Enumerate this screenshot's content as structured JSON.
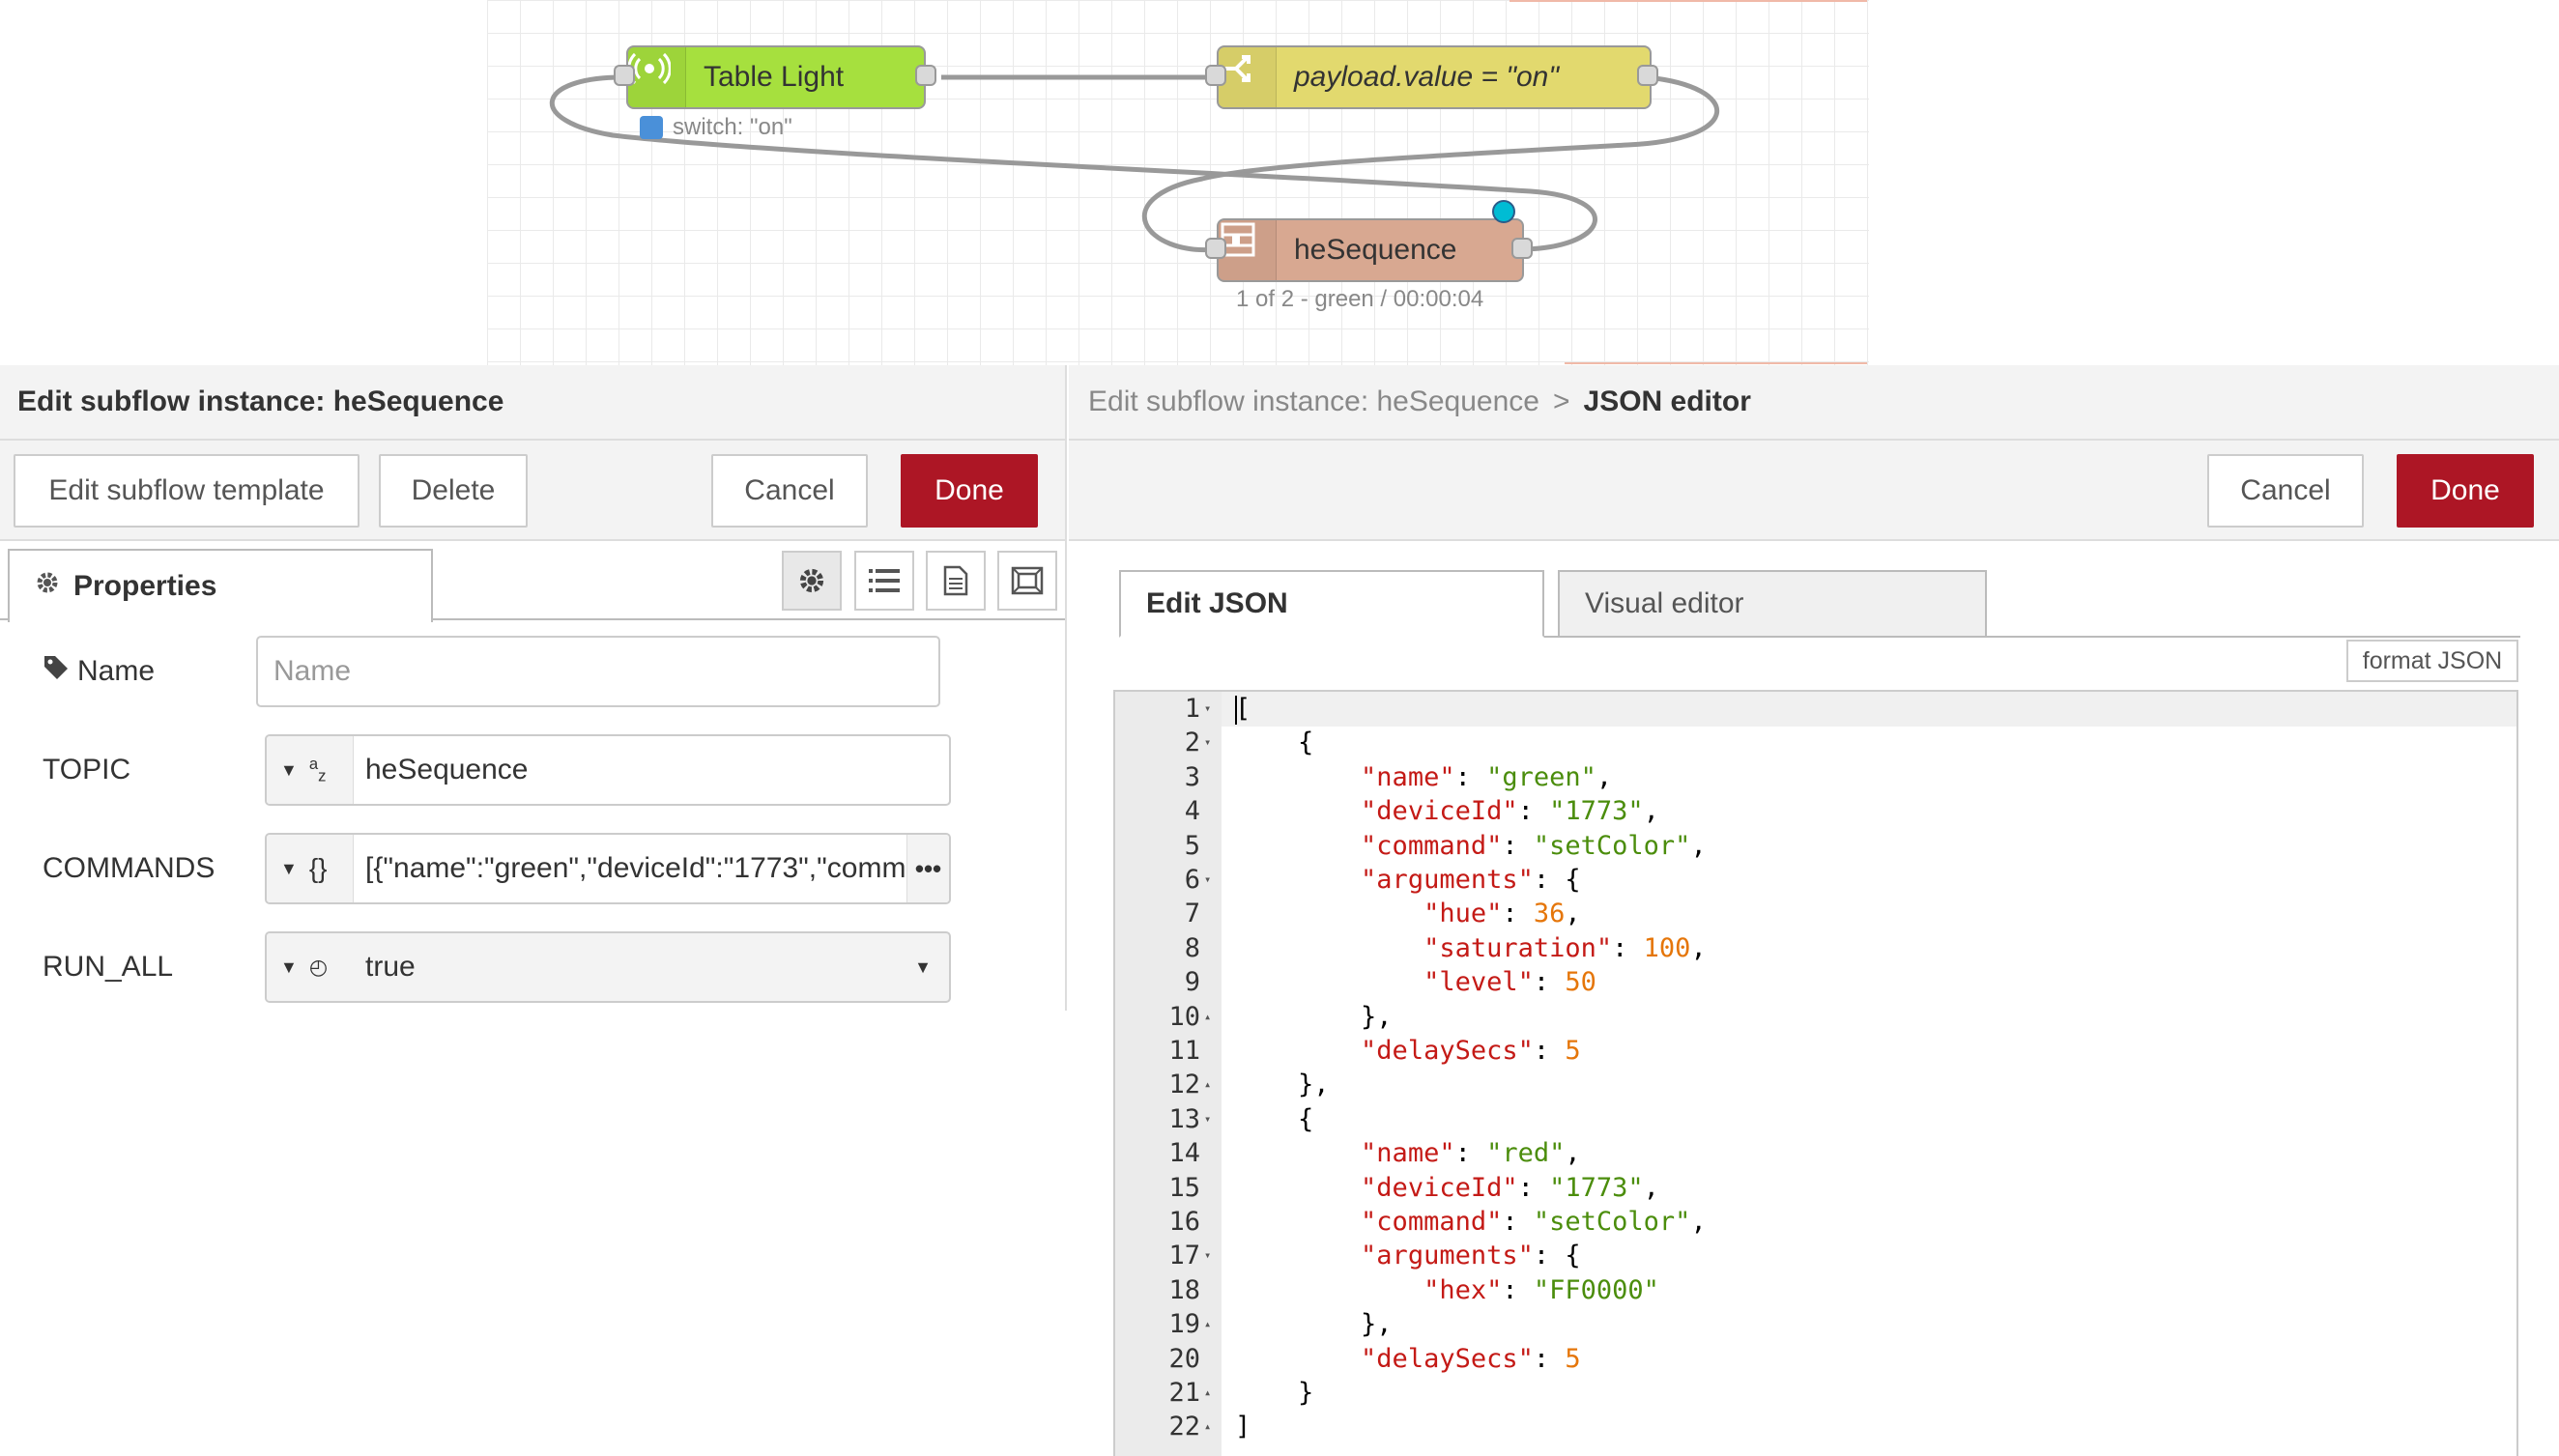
{
  "canvas": {
    "nodes": {
      "table_light": {
        "label": "Table Light",
        "status": "switch: \"on\"",
        "color": "#a6e03e"
      },
      "switch": {
        "label": "payload.value = \"on\"",
        "color": "#e2d96e"
      },
      "sequence": {
        "label": "heSequence",
        "status": "1 of 2 - green / 00:00:04",
        "color": "#d8a891"
      }
    }
  },
  "left_tray": {
    "title": "Edit subflow instance: heSequence",
    "buttons": {
      "edit_template": "Edit subflow template",
      "delete": "Delete",
      "cancel": "Cancel",
      "done": "Done"
    },
    "tab_properties": "Properties",
    "fields": {
      "name": {
        "label": "Name",
        "placeholder": "Name"
      },
      "topic": {
        "label": "TOPIC",
        "value": "heSequence"
      },
      "commands": {
        "label": "COMMANDS",
        "value": "[{\"name\":\"green\",\"deviceId\":\"1773\",\"comm"
      },
      "run_all": {
        "label": "RUN_ALL",
        "value": "true"
      }
    }
  },
  "right_tray": {
    "breadcrumb_parent": "Edit subflow instance: heSequence",
    "breadcrumb_sep": ">",
    "breadcrumb_current": "JSON editor",
    "buttons": {
      "cancel": "Cancel",
      "done": "Done"
    },
    "tabs": {
      "edit_json": "Edit JSON",
      "visual_editor": "Visual editor"
    },
    "format_json": "format JSON",
    "code_lines": [
      [
        [
          "p",
          "["
        ]
      ],
      [
        [
          "p",
          "    {"
        ]
      ],
      [
        [
          "p",
          "        "
        ],
        [
          "k",
          "\"name\""
        ],
        [
          "p",
          ": "
        ],
        [
          "s",
          "\"green\""
        ],
        [
          "p",
          ","
        ]
      ],
      [
        [
          "p",
          "        "
        ],
        [
          "k",
          "\"deviceId\""
        ],
        [
          "p",
          ": "
        ],
        [
          "s",
          "\"1773\""
        ],
        [
          "p",
          ","
        ]
      ],
      [
        [
          "p",
          "        "
        ],
        [
          "k",
          "\"command\""
        ],
        [
          "p",
          ": "
        ],
        [
          "s",
          "\"setColor\""
        ],
        [
          "p",
          ","
        ]
      ],
      [
        [
          "p",
          "        "
        ],
        [
          "k",
          "\"arguments\""
        ],
        [
          "p",
          ": {"
        ]
      ],
      [
        [
          "p",
          "            "
        ],
        [
          "k",
          "\"hue\""
        ],
        [
          "p",
          ": "
        ],
        [
          "n",
          "36"
        ],
        [
          "p",
          ","
        ]
      ],
      [
        [
          "p",
          "            "
        ],
        [
          "k",
          "\"saturation\""
        ],
        [
          "p",
          ": "
        ],
        [
          "n",
          "100"
        ],
        [
          "p",
          ","
        ]
      ],
      [
        [
          "p",
          "            "
        ],
        [
          "k",
          "\"level\""
        ],
        [
          "p",
          ": "
        ],
        [
          "n",
          "50"
        ]
      ],
      [
        [
          "p",
          "        },"
        ]
      ],
      [
        [
          "p",
          "        "
        ],
        [
          "k",
          "\"delaySecs\""
        ],
        [
          "p",
          ": "
        ],
        [
          "n",
          "5"
        ]
      ],
      [
        [
          "p",
          "    },"
        ]
      ],
      [
        [
          "p",
          "    {"
        ]
      ],
      [
        [
          "p",
          "        "
        ],
        [
          "k",
          "\"name\""
        ],
        [
          "p",
          ": "
        ],
        [
          "s",
          "\"red\""
        ],
        [
          "p",
          ","
        ]
      ],
      [
        [
          "p",
          "        "
        ],
        [
          "k",
          "\"deviceId\""
        ],
        [
          "p",
          ": "
        ],
        [
          "s",
          "\"1773\""
        ],
        [
          "p",
          ","
        ]
      ],
      [
        [
          "p",
          "        "
        ],
        [
          "k",
          "\"command\""
        ],
        [
          "p",
          ": "
        ],
        [
          "s",
          "\"setColor\""
        ],
        [
          "p",
          ","
        ]
      ],
      [
        [
          "p",
          "        "
        ],
        [
          "k",
          "\"arguments\""
        ],
        [
          "p",
          ": {"
        ]
      ],
      [
        [
          "p",
          "            "
        ],
        [
          "k",
          "\"hex\""
        ],
        [
          "p",
          ": "
        ],
        [
          "s",
          "\"FF0000\""
        ]
      ],
      [
        [
          "p",
          "        },"
        ]
      ],
      [
        [
          "p",
          "        "
        ],
        [
          "k",
          "\"delaySecs\""
        ],
        [
          "p",
          ": "
        ],
        [
          "n",
          "5"
        ]
      ],
      [
        [
          "p",
          "    }"
        ]
      ],
      [
        [
          "p",
          "]"
        ]
      ]
    ],
    "fold_markers": {
      "1": "▾",
      "2": "▾",
      "6": "▾",
      "10": "▴",
      "12": "▴",
      "13": "▾",
      "17": "▾",
      "19": "▴",
      "21": "▴",
      "22": "▴"
    }
  }
}
